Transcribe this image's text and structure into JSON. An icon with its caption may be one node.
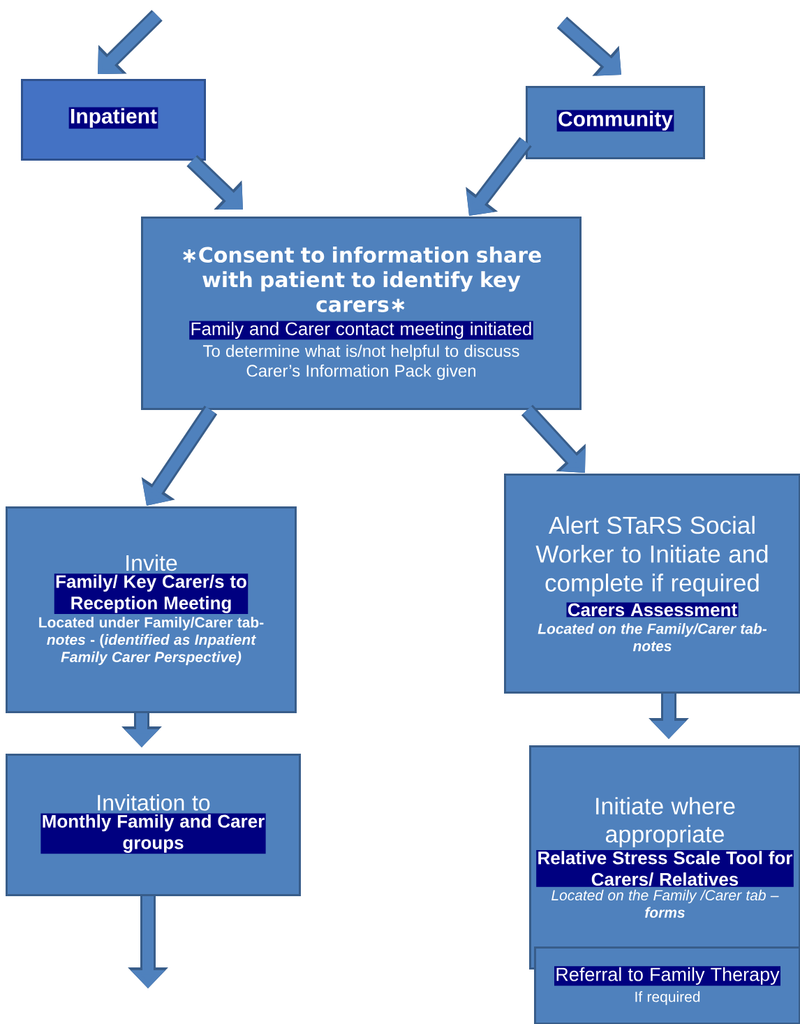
{
  "diagram": {
    "nodes": [
      {
        "text": [
          "Inpatient"
        ]
      },
      {
        "text": [
          "Community"
        ]
      },
      {
        "text": [
          "∗Consent to information share with patient to identify key carers∗",
          "Family and Carer contact meeting initiated",
          "To determine what is/not helpful to discuss",
          "Carer’s Information Pack given"
        ]
      },
      {
        "text": [
          "Invite",
          "Family/ Key Carer/s to Reception Meeting",
          "Located under Family/Carer tab- *notes* - (*identified as Inpatient Family Carer Perspective)*"
        ]
      },
      {
        "text": [
          "Alert STaRS Social Worker to Initiate and complete if required",
          "Carers Assessment",
          "Located on the Family/Carer tab- notes"
        ]
      },
      {
        "text": [
          "Invitation to",
          "Monthly Family and Carer groups"
        ]
      },
      {
        "text": [
          "Initiate where appropriate",
          "Relative Stress Scale Tool for Carers/ Relatives",
          "Located on the Family /Carer tab – **forms**"
        ]
      },
      {
        "text": [
          "Referral to Family Therapy",
          "If required"
        ]
      }
    ],
    "edges": [
      {
        "from": null,
        "to": 0,
        "arrow": "to"
      },
      {
        "from": null,
        "to": 1,
        "arrow": "to"
      },
      {
        "from": 0,
        "to": 2,
        "arrow": "to"
      },
      {
        "from": 1,
        "to": 2,
        "arrow": "to"
      },
      {
        "from": 2,
        "to": 3,
        "arrow": "to"
      },
      {
        "from": 2,
        "to": 4,
        "arrow": "to"
      },
      {
        "from": 3,
        "to": 5,
        "arrow": "to"
      },
      {
        "from": 5,
        "to": null,
        "arrow": "to"
      },
      {
        "from": 4,
        "to": 6,
        "arrow": "to"
      }
    ]
  }
}
